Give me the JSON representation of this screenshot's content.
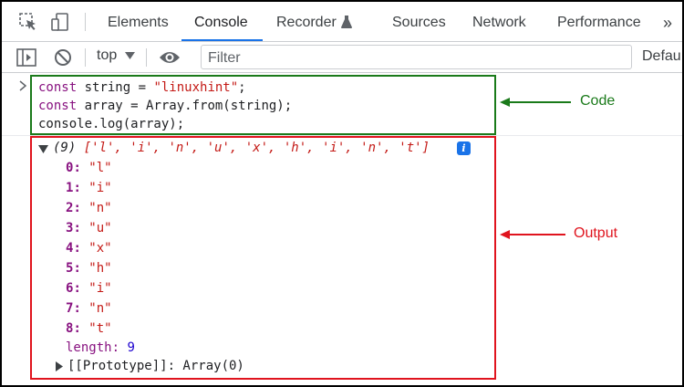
{
  "devtools": {
    "tabs": [
      {
        "label": "Elements"
      },
      {
        "label": "Console"
      },
      {
        "label": "Recorder"
      },
      {
        "label": "Sources"
      },
      {
        "label": "Network"
      },
      {
        "label": "Performance"
      }
    ],
    "more_tabs": "»",
    "active_tab": "Console"
  },
  "toolbar": {
    "context": "top",
    "filter_placeholder": "Filter",
    "levels_label": "Defau"
  },
  "console": {
    "input_lines": [
      {
        "kw": "const",
        "rest": " string = ",
        "str": "\"linuxhint\"",
        "end": ";"
      },
      {
        "kw": "const",
        "rest": " array = Array.from(string);",
        "str": "",
        "end": ""
      },
      {
        "kw": "",
        "rest": "console.log(array);",
        "str": "",
        "end": ""
      }
    ],
    "output_summary_count": "(9)",
    "output_summary_values": "['l', 'i', 'n', 'u', 'x', 'h', 'i', 'n', 't']",
    "items": [
      {
        "index": "0",
        "value": "\"l\""
      },
      {
        "index": "1",
        "value": "\"i\""
      },
      {
        "index": "2",
        "value": "\"n\""
      },
      {
        "index": "3",
        "value": "\"u\""
      },
      {
        "index": "4",
        "value": "\"x\""
      },
      {
        "index": "5",
        "value": "\"h\""
      },
      {
        "index": "6",
        "value": "\"i\""
      },
      {
        "index": "7",
        "value": "\"n\""
      },
      {
        "index": "8",
        "value": "\"t\""
      }
    ],
    "length_key": "length",
    "length_value": "9",
    "prototype": "[[Prototype]]: Array(0)"
  },
  "annotations": {
    "code_label": "Code",
    "output_label": "Output",
    "code_color": "#1a7a1a",
    "output_color": "#e0141e"
  }
}
